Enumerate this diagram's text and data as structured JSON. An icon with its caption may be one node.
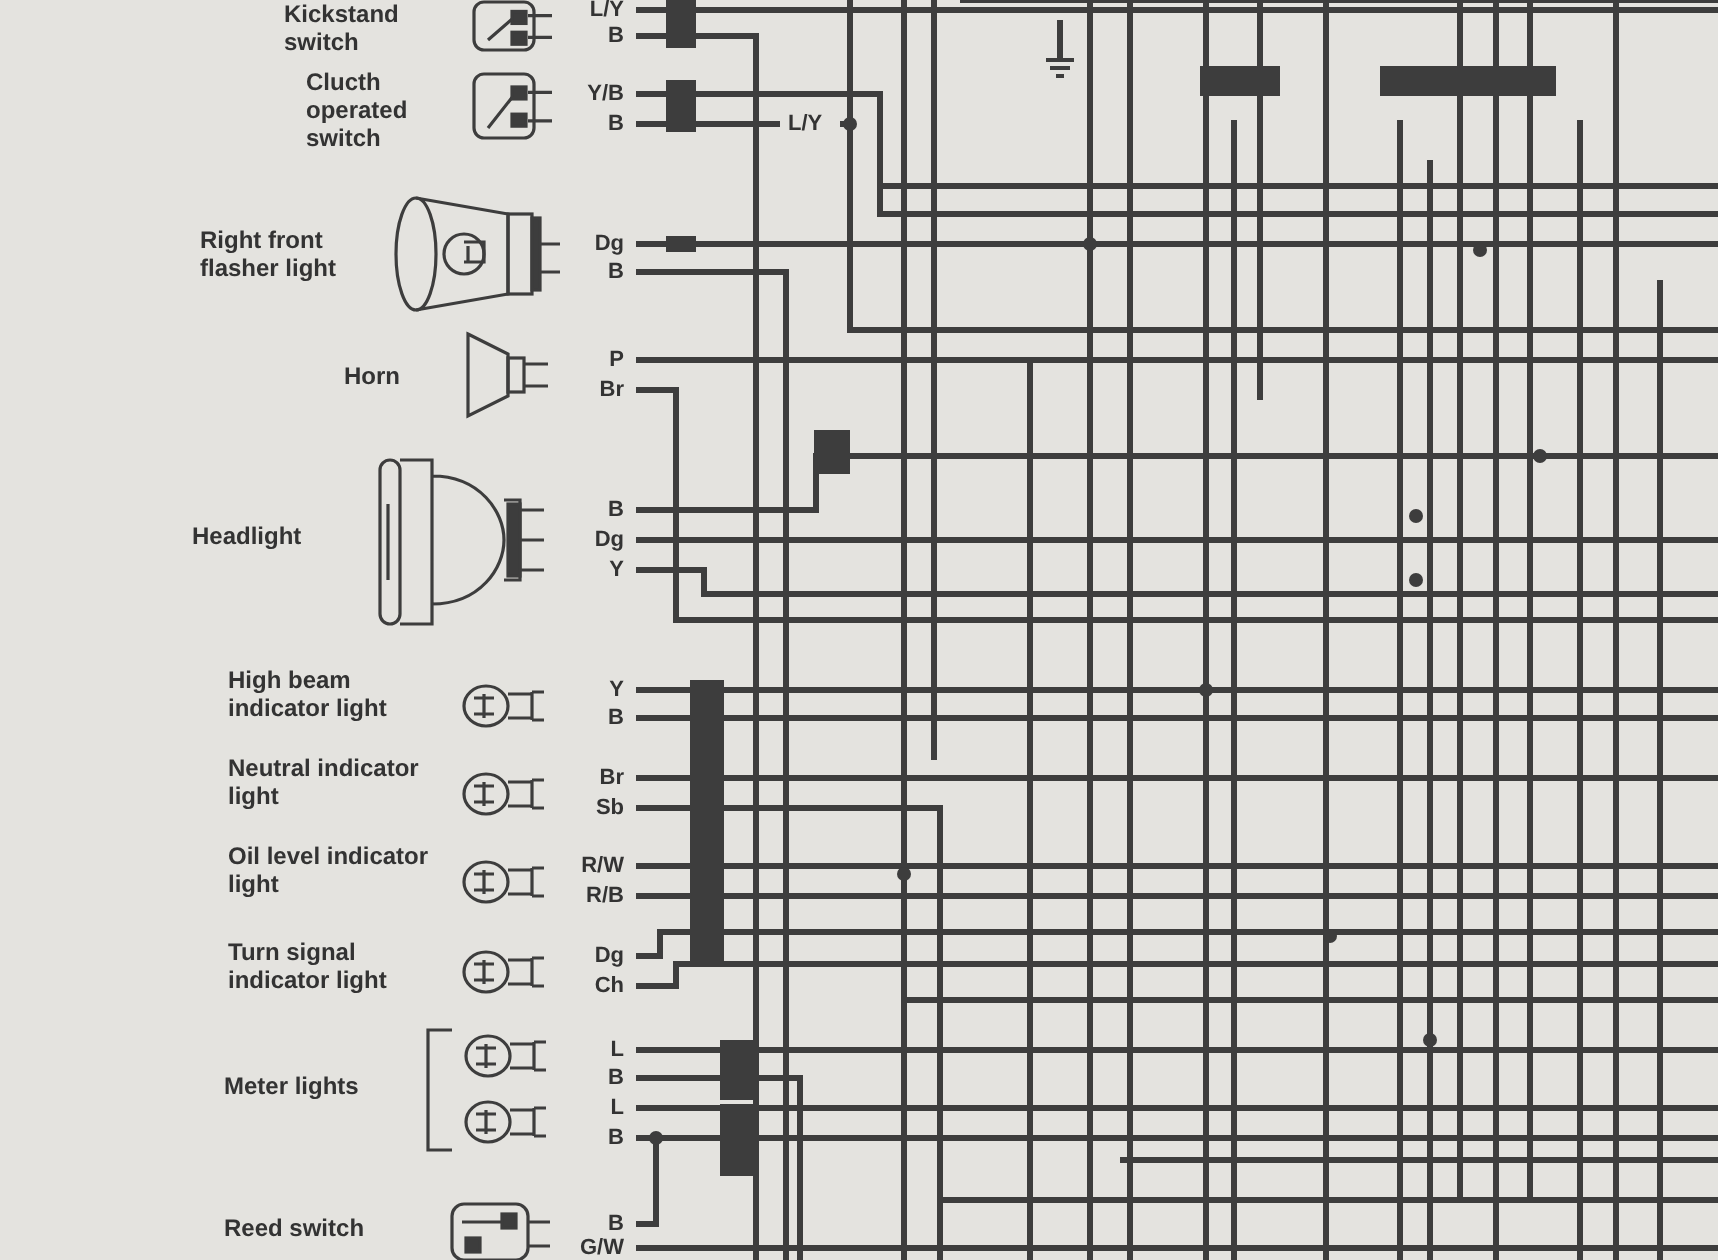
{
  "diagram": {
    "labels": [
      "Kickstand switch",
      "L/Y",
      "B",
      "Clucth operated switch",
      "Y/B",
      "B",
      "L/Y",
      "Right front flasher light",
      "Dg",
      "B",
      "Horn",
      "P",
      "Br",
      "Headlight",
      "B",
      "Dg",
      "Y",
      "High beam indicator light",
      "Y",
      "B",
      "Neutral indicator light",
      "Br",
      "Sb",
      "Oil level indicator light",
      "R/W",
      "R/B",
      "Turn signal indicator light",
      "Dg",
      "Ch",
      "Meter lights",
      "L",
      "B",
      "L",
      "B",
      "Reed switch",
      "B",
      "G/W"
    ]
  }
}
